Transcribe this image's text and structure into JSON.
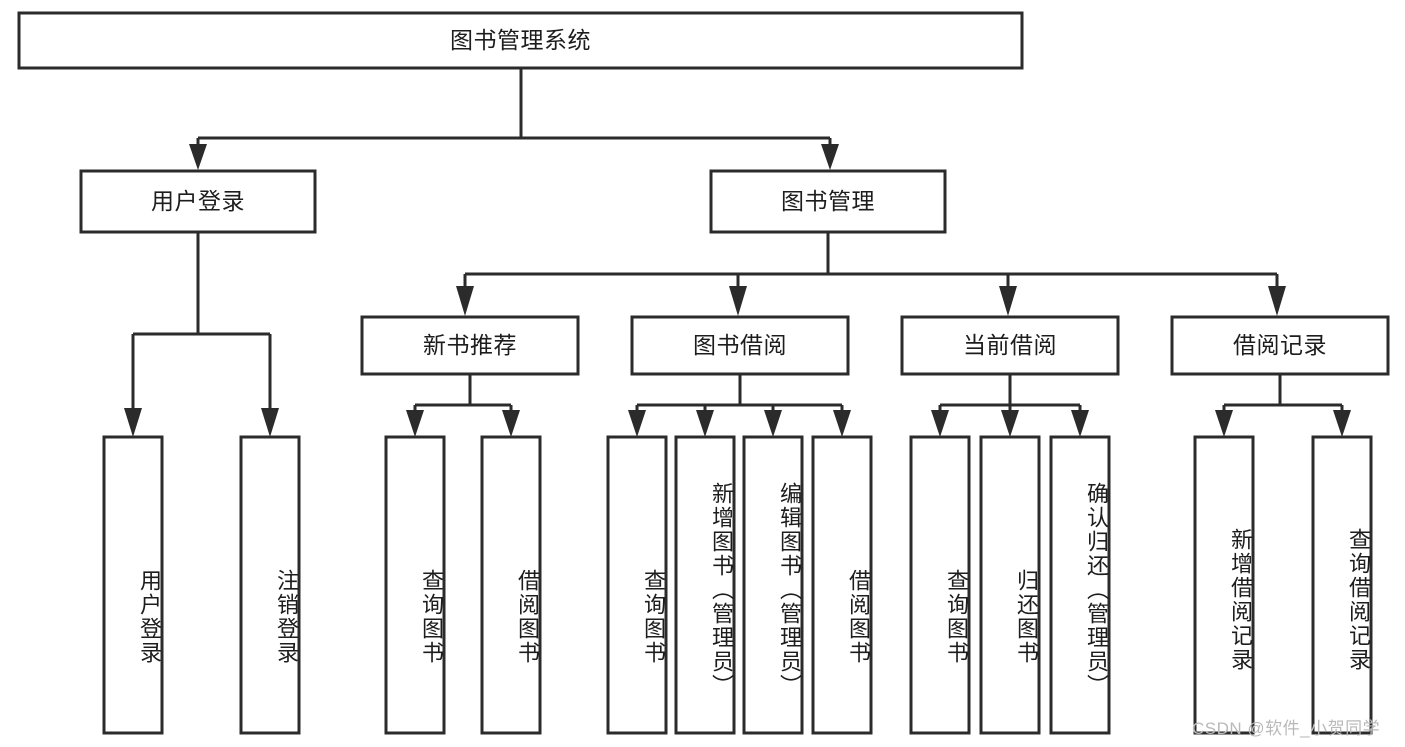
{
  "diagram": {
    "title": "图书管理系统",
    "type": "tree-hierarchy-diagram",
    "colors": {
      "stroke": "#2b2b2b",
      "fill": "#ffffff",
      "text": "#1d1d1d",
      "watermark": "#b9b9b9"
    },
    "nodes": {
      "root": {
        "label": "图书管理系统",
        "orientation": "horizontal"
      },
      "l2": [
        {
          "id": "user-login",
          "label": "用户登录",
          "orientation": "horizontal"
        },
        {
          "id": "book-management",
          "label": "图书管理",
          "orientation": "horizontal"
        }
      ],
      "l3": [
        {
          "id": "new-book-recommend",
          "label": "新书推荐",
          "orientation": "horizontal"
        },
        {
          "id": "book-borrow",
          "label": "图书借阅",
          "orientation": "horizontal"
        },
        {
          "id": "current-borrow",
          "label": "当前借阅",
          "orientation": "horizontal"
        },
        {
          "id": "borrow-record",
          "label": "借阅记录",
          "orientation": "horizontal"
        }
      ],
      "leaves": [
        {
          "id": "leaf-user-login",
          "label": "用户登录",
          "orientation": "vertical",
          "parent": "user-login"
        },
        {
          "id": "leaf-logout-login",
          "label": "注销登录",
          "orientation": "vertical",
          "parent": "user-login"
        },
        {
          "id": "leaf-query-book-1",
          "label": "查询图书",
          "orientation": "vertical",
          "parent": "new-book-recommend"
        },
        {
          "id": "leaf-borrow-book-1",
          "label": "借阅图书",
          "orientation": "vertical",
          "parent": "new-book-recommend"
        },
        {
          "id": "leaf-query-book-2",
          "label": "查询图书",
          "orientation": "vertical",
          "parent": "book-borrow"
        },
        {
          "id": "leaf-add-book",
          "label": "新增图书（管理员）",
          "orientation": "vertical",
          "parent": "book-borrow"
        },
        {
          "id": "leaf-edit-book",
          "label": "编辑图书（管理员）",
          "orientation": "vertical",
          "parent": "book-borrow"
        },
        {
          "id": "leaf-borrow-book-2",
          "label": "借阅图书",
          "orientation": "vertical",
          "parent": "book-borrow"
        },
        {
          "id": "leaf-query-book-3",
          "label": "查询图书",
          "orientation": "vertical",
          "parent": "current-borrow"
        },
        {
          "id": "leaf-return-book",
          "label": "归还图书",
          "orientation": "vertical",
          "parent": "current-borrow"
        },
        {
          "id": "leaf-confirm-return",
          "label": "确认归还（管理员）",
          "orientation": "vertical",
          "parent": "current-borrow"
        },
        {
          "id": "leaf-add-record",
          "label": "新增借阅记录",
          "orientation": "vertical",
          "parent": "borrow-record"
        },
        {
          "id": "leaf-query-record",
          "label": "查询借阅记录",
          "orientation": "vertical",
          "parent": "borrow-record"
        }
      ]
    },
    "watermark": "CSDN @软件_小贺同学"
  }
}
